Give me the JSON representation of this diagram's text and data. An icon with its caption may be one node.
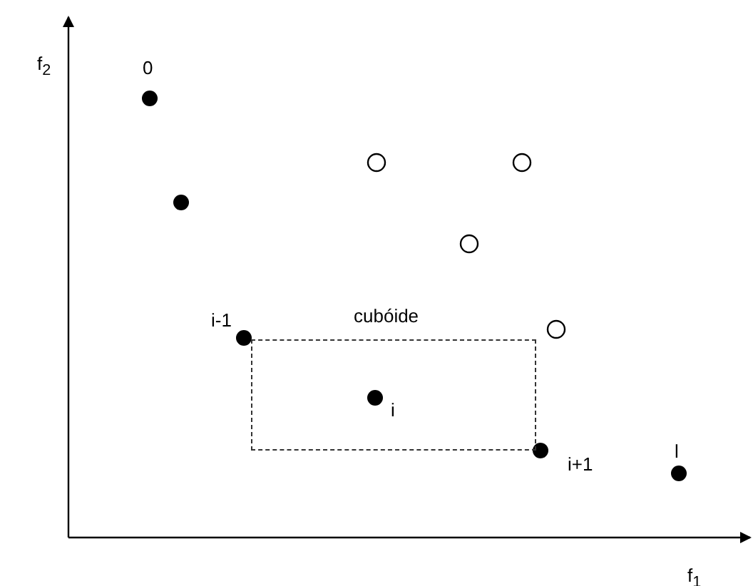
{
  "diagram": {
    "nodes": [
      {
        "text": [
          "cubóide"
        ]
      }
    ],
    "labels": [
      "f$_{2}$",
      "0",
      "i-1",
      "i",
      "i+1",
      "l",
      "f$_{1}$"
    ]
  }
}
